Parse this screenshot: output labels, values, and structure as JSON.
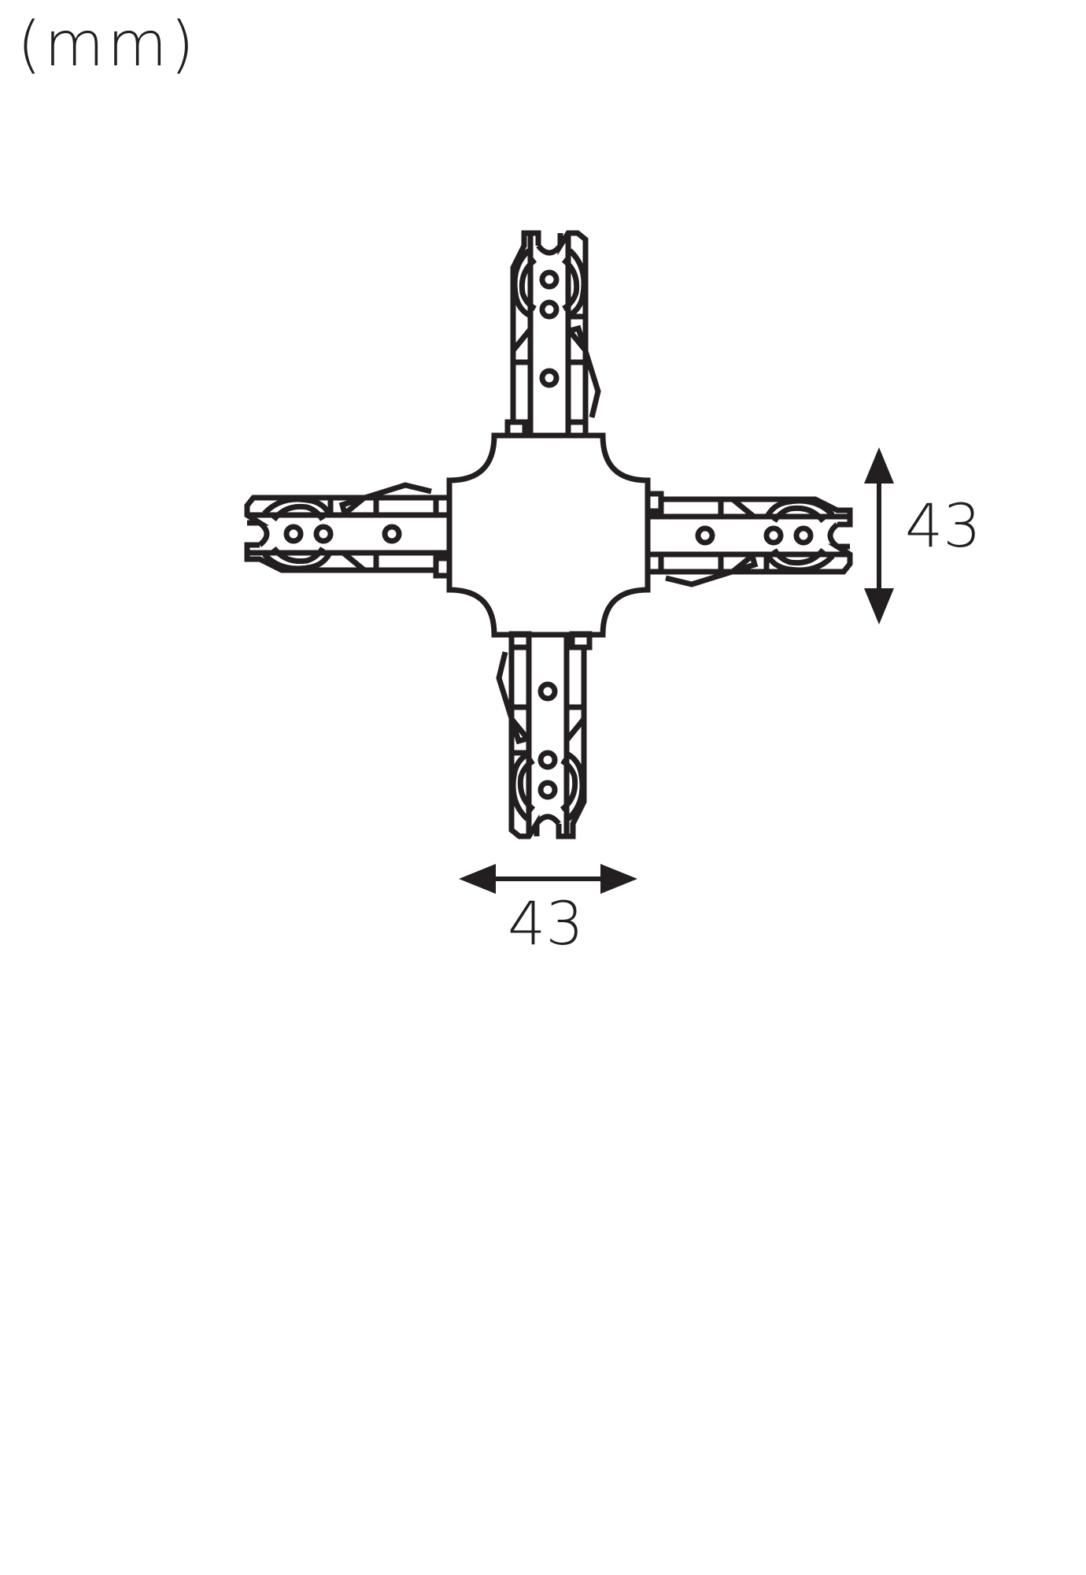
{
  "header": {
    "unit_label": "(mm)"
  },
  "drawing": {
    "title": "Track cross connector (X-connector) dimension drawing",
    "stroke_color": "#231f20",
    "background_color": "#ffffff",
    "parts": [
      "center-body",
      "arm-top",
      "arm-right",
      "arm-bottom",
      "arm-left"
    ]
  },
  "dimensions": {
    "vertical": {
      "value": "43",
      "unit": "mm"
    },
    "horizontal": {
      "value": "43",
      "unit": "mm"
    }
  }
}
